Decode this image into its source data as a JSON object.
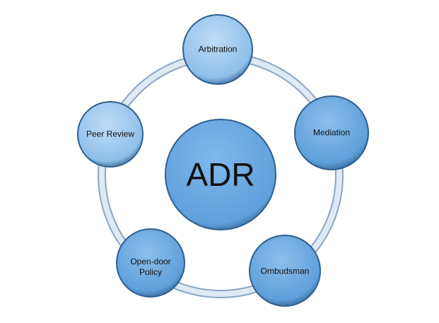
{
  "center": {
    "label": "ADR"
  },
  "nodes": [
    {
      "label": "Arbitration"
    },
    {
      "label": "Mediation"
    },
    {
      "label": "Ombudsman"
    },
    {
      "label": "Open-door\nPolicy"
    },
    {
      "label": "Peer Review"
    }
  ],
  "colors": {
    "center": "#6aa8e2",
    "node": "#a9d0f0",
    "ring": "#c4d6ea",
    "edge": "#2f5f8f"
  }
}
